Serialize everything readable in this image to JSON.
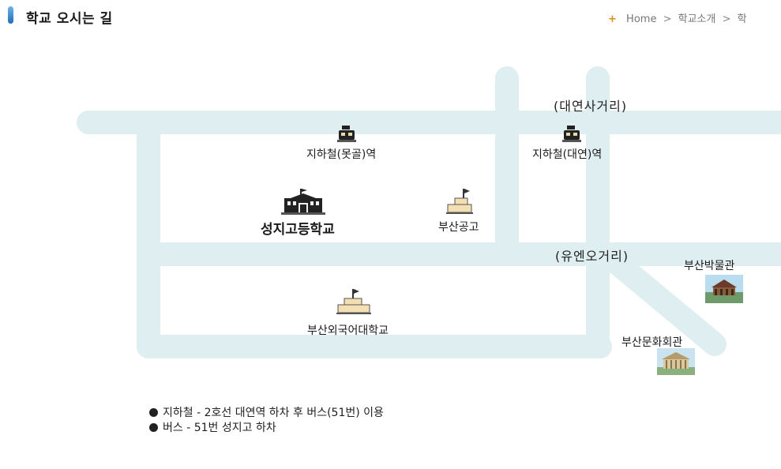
{
  "header": {
    "title": "학교 오시는 길",
    "breadcrumb": [
      "Home",
      "학교소개",
      "학교 오시는 길"
    ],
    "accent_color": "#1f6fb8"
  },
  "map": {
    "road_color": "#dfeef0",
    "labels": {
      "subway_motgol": "지하철(못골)역",
      "subway_daeyeon": "지하철(대연)역",
      "school_sungji": "성지고등학교",
      "school_busan_tech": "부산공고",
      "school_bufs": "부산외국어대학교",
      "junction_daeyeon": "(대연사거리)",
      "junction_un": "(유엔오거리)",
      "museum": "부산박물관",
      "culture_hall": "부산문화회관"
    },
    "icons": {
      "subway": "subway-station-icon",
      "school": "school-building-icon",
      "school_small": "school-flag-icon",
      "landmark": "landmark-photo-icon"
    }
  },
  "legend": [
    {
      "icon": "bullet-icon",
      "text": "지하철 - 2호선 대연역 하차 후 버스(51번) 이용"
    },
    {
      "icon": "bullet-icon",
      "text": "버스 - 51번 성지고 하차"
    }
  ]
}
